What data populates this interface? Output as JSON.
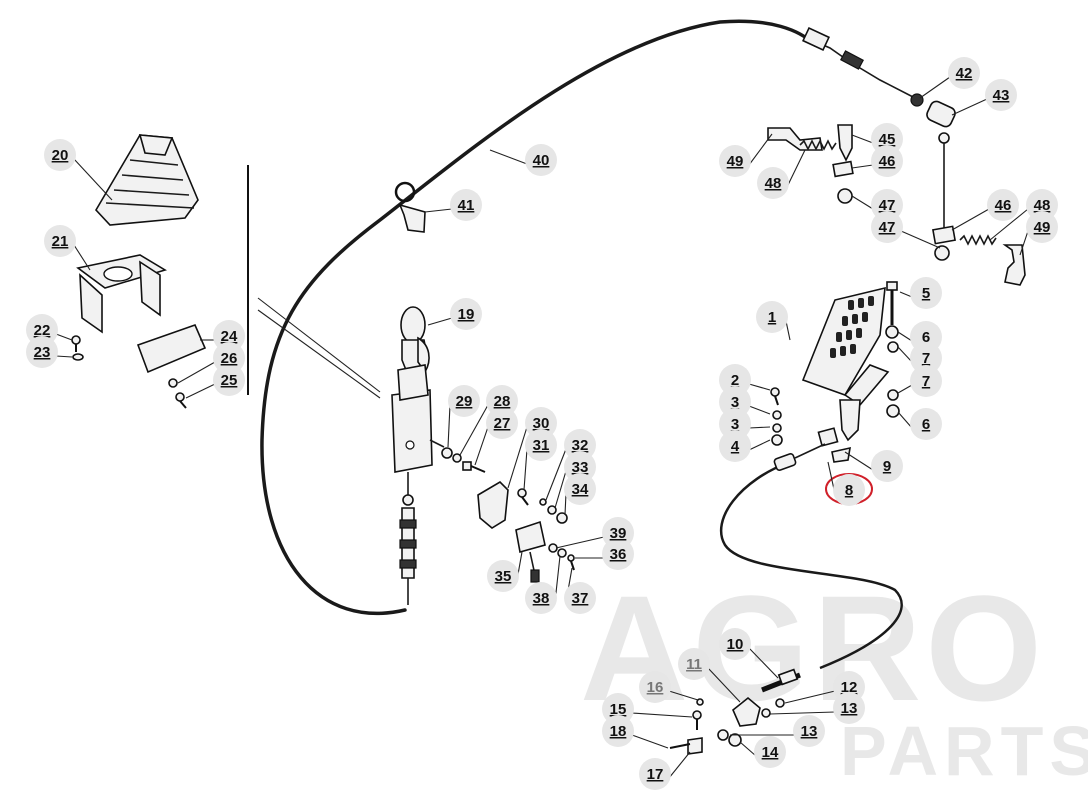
{
  "watermark": {
    "main": "AGRO",
    "sub": "PARTS"
  },
  "highlight": {
    "part": "8",
    "color": "#d0202a"
  },
  "callouts": [
    {
      "id": "1"
    },
    {
      "id": "2"
    },
    {
      "id": "3"
    },
    {
      "id": "3b",
      "label": "3"
    },
    {
      "id": "4"
    },
    {
      "id": "5"
    },
    {
      "id": "6"
    },
    {
      "id": "6b",
      "label": "6"
    },
    {
      "id": "7"
    },
    {
      "id": "7b",
      "label": "7"
    },
    {
      "id": "8"
    },
    {
      "id": "9"
    },
    {
      "id": "10"
    },
    {
      "id": "11"
    },
    {
      "id": "12"
    },
    {
      "id": "13"
    },
    {
      "id": "13b",
      "label": "13"
    },
    {
      "id": "14"
    },
    {
      "id": "15"
    },
    {
      "id": "16"
    },
    {
      "id": "17"
    },
    {
      "id": "18"
    },
    {
      "id": "19"
    },
    {
      "id": "20"
    },
    {
      "id": "21"
    },
    {
      "id": "22"
    },
    {
      "id": "23"
    },
    {
      "id": "24"
    },
    {
      "id": "25"
    },
    {
      "id": "26"
    },
    {
      "id": "27"
    },
    {
      "id": "28"
    },
    {
      "id": "29"
    },
    {
      "id": "30"
    },
    {
      "id": "31"
    },
    {
      "id": "32"
    },
    {
      "id": "33"
    },
    {
      "id": "34"
    },
    {
      "id": "35"
    },
    {
      "id": "36"
    },
    {
      "id": "37"
    },
    {
      "id": "38"
    },
    {
      "id": "39"
    },
    {
      "id": "40"
    },
    {
      "id": "41"
    },
    {
      "id": "42"
    },
    {
      "id": "43"
    },
    {
      "id": "45"
    },
    {
      "id": "46"
    },
    {
      "id": "46b",
      "label": "46"
    },
    {
      "id": "47"
    },
    {
      "id": "47b",
      "label": "47"
    },
    {
      "id": "48"
    },
    {
      "id": "48b",
      "label": "48"
    },
    {
      "id": "49"
    },
    {
      "id": "49b",
      "label": "49"
    }
  ]
}
